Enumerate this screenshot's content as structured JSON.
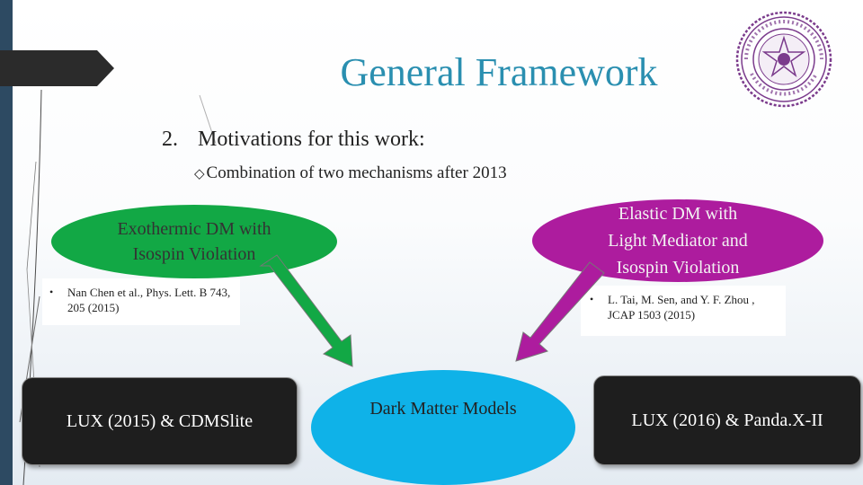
{
  "slide": {
    "title": "General Framework",
    "motivation_number": "2.",
    "motivation_text": "Motivations for this work:",
    "combination_icon": "diamond-bullet-icon",
    "combination_text": "Combination of two mechanisms after 2013",
    "seal_icon": "university-seal-icon"
  },
  "left": {
    "ellipse_line1": "Exothermic DM with",
    "ellipse_line2": "Isospin Violation",
    "ref_bullet": "•",
    "ref_text": "Nan Chen et al., Phys. Lett. B 743, 205 (2015)",
    "box_label": "LUX (2015) & CDMSlite"
  },
  "right": {
    "ellipse_line1": "Elastic DM with",
    "ellipse_line2": "Light Mediator and",
    "ellipse_line3": "Isospin Violation",
    "ref_bullet": "•",
    "ref_text": "L. Tai, M. Sen, and Y. F. Zhou , JCAP 1503 (2015)",
    "box_label": "LUX (2016) & Panda.X-II"
  },
  "center": {
    "ellipse_label": "Dark Matter Models"
  },
  "colors": {
    "title": "#2a8fb0",
    "exothermic": "#12a845",
    "elastic": "#ad1c9e",
    "dark_matter": "#0fb2e8",
    "dark_box": "#1e1e1e",
    "left_bar": "#2d4a62"
  }
}
